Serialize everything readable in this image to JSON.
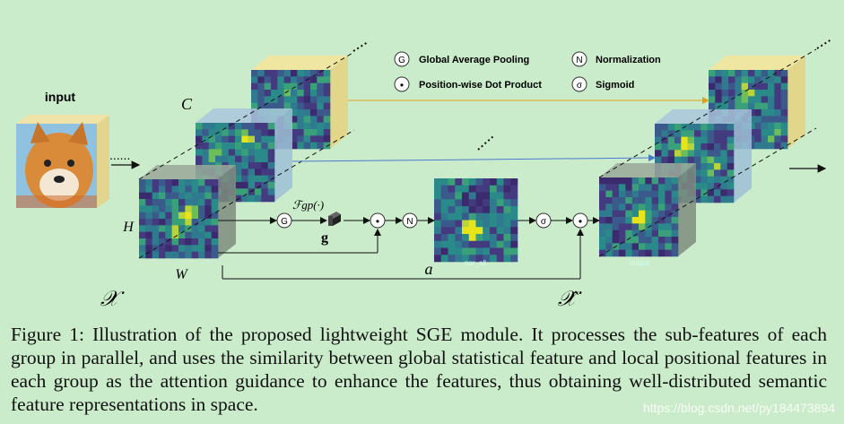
{
  "labels": {
    "input": "input",
    "c": "C",
    "h": "H",
    "w": "W",
    "x": "𝒳",
    "x_hat": "𝒳̂",
    "fgp": "ℱgp(·)",
    "g": "g",
    "a": "a",
    "ellipsis_input": "......",
    "mid_map_text": "nor_all",
    "out_map_text": "output"
  },
  "legend": [
    {
      "symbol": "G",
      "label": "Global Average Pooling"
    },
    {
      "symbol": "N",
      "label": "Normalization"
    },
    {
      "symbol": "•",
      "label": "Position-wise Dot Product"
    },
    {
      "symbol": "σ",
      "label": "Sigmoid"
    }
  ],
  "ops": {
    "g": "G",
    "dot": "•",
    "norm": "N",
    "sigma": "σ"
  },
  "caption": "Figure 1: Illustration of the proposed lightweight SGE module. It processes the sub-features of each group in parallel, and uses the similarity between global statistical feature and local positional features in each group as the attention guidance to enhance the features, thus obtaining well-distributed semantic feature representations in space.",
  "watermark": "https://blog.csdn.net/py184473894",
  "colors": {
    "background": "#cbeccb",
    "viridis_dark": "#3b2a6e",
    "viridis_mid": "#2a8a8a",
    "viridis_bright": "#e8e41a",
    "cube_side": "#e8dd8c"
  }
}
